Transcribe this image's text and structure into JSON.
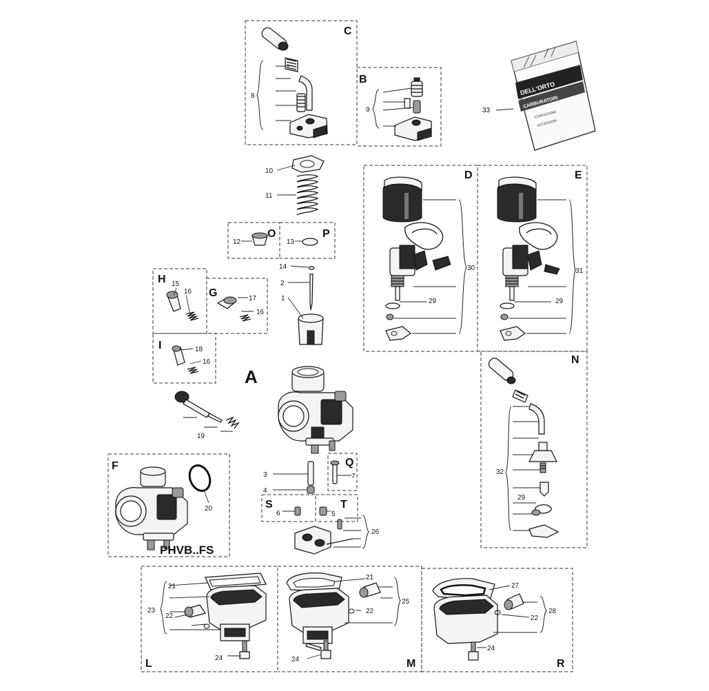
{
  "diagram": {
    "main_assembly_label": "A",
    "model_caption": "PHVB..FS",
    "group_labels": [
      "C",
      "B",
      "O",
      "P",
      "H",
      "G",
      "I",
      "D",
      "E",
      "N",
      "F",
      "Q",
      "S",
      "T",
      "L",
      "M",
      "R"
    ],
    "callouts": [
      "1",
      "2",
      "3",
      "4",
      "5",
      "6",
      "7",
      "8",
      "9",
      "10",
      "11",
      "12",
      "13",
      "14",
      "15",
      "16",
      "17",
      "18",
      "19",
      "20",
      "21",
      "22",
      "23",
      "24",
      "25",
      "26",
      "27",
      "28",
      "29",
      "30",
      "31",
      "32",
      "33"
    ],
    "bag_label": {
      "brand": "DELL'ORTO",
      "line2": "CARBURATORI",
      "small1": "CONFEZIONE",
      "small2": "ACCESSORI"
    }
  }
}
